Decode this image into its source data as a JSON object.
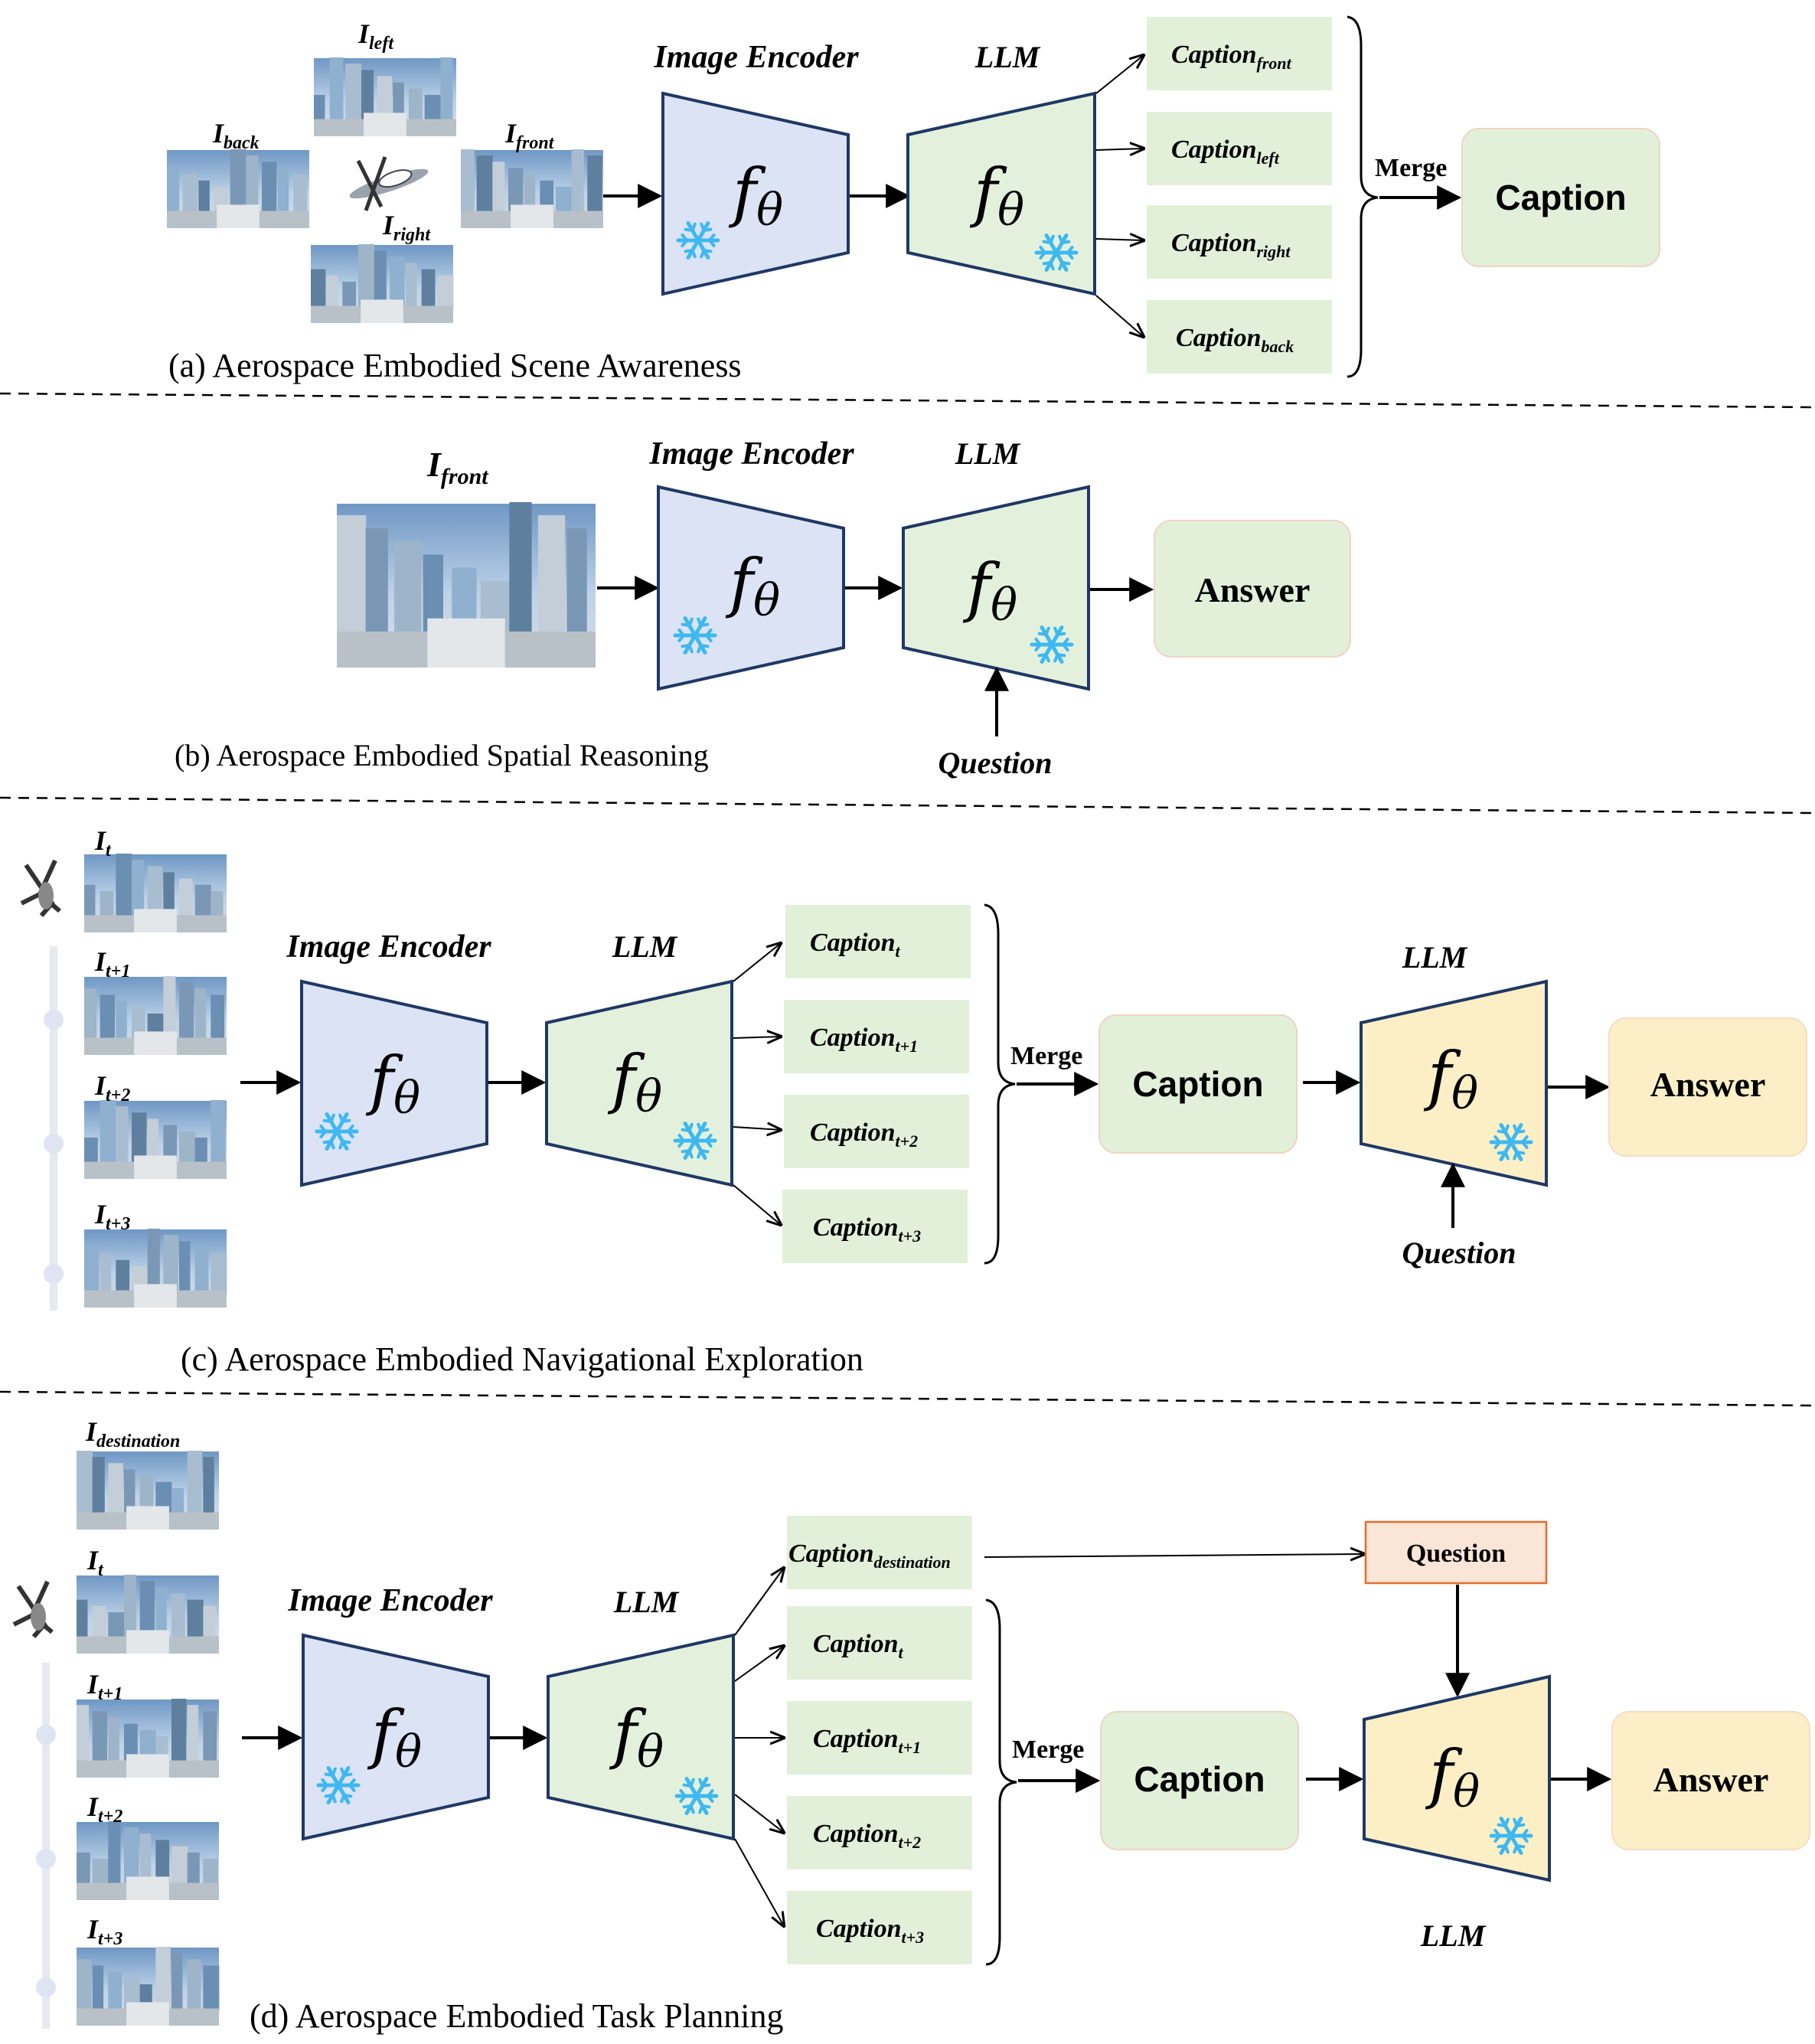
{
  "labels": {
    "image_encoder": "Image Encoder",
    "llm": "LLM",
    "merge": "Merge",
    "caption": "Caption",
    "answer": "Answer",
    "question": "Question",
    "f": "f",
    "theta": "θ",
    "caption_word": "Caption",
    "img_i": "I"
  },
  "subscripts": {
    "front": "front",
    "left": "left",
    "right": "right",
    "back": "back",
    "t": "t",
    "t1": "t+1",
    "t2": "t+2",
    "t3": "t+3",
    "destination": "destination"
  },
  "panels": {
    "a": {
      "title": "(a) Aerospace Embodied Scene Awareness"
    },
    "b": {
      "title": "(b) Aerospace Embodied Spatial Reasoning"
    },
    "c": {
      "title": "(c) Aerospace Embodied Navigational Exploration"
    },
    "d": {
      "title": "(d) Aerospace Embodied Task Planning"
    }
  },
  "colors": {
    "encoder_fill": "#dbe3f5",
    "llm_green_fill": "#e3f1dc",
    "llm_yellow_fill": "#fcefc6",
    "caption_box": "#e2f0d9",
    "answer_green": "#e2f0d9",
    "answer_yellow": "#fcefc8",
    "question_box": "#fbe5d6",
    "question_border": "#e46c2a",
    "stroke": "#1f3864",
    "snow": "#3fb8f0"
  }
}
